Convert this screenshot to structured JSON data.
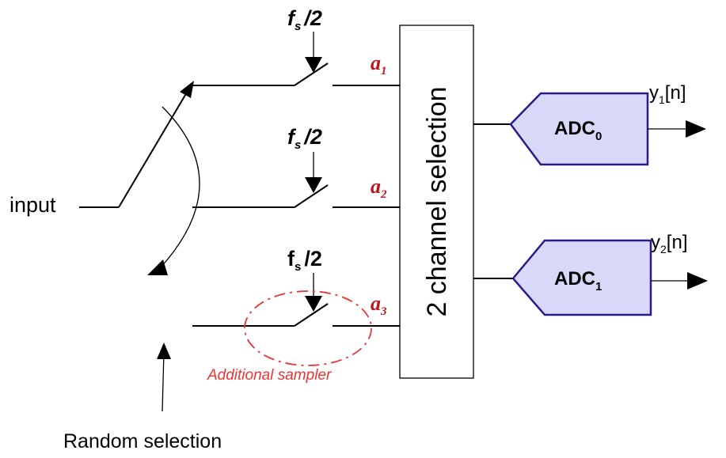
{
  "input_label": "input",
  "random_selection_label": "Random selection",
  "clock_label": {
    "main": "f",
    "sub": "s",
    "suffix": "/2"
  },
  "branch_labels": [
    {
      "main": "a",
      "sub": "1"
    },
    {
      "main": "a",
      "sub": "2"
    },
    {
      "main": "a",
      "sub": "3"
    }
  ],
  "selector_label": "2 channel selection",
  "adcs": [
    {
      "main": "ADC",
      "sub": "0"
    },
    {
      "main": "ADC",
      "sub": "1"
    }
  ],
  "outputs": [
    {
      "main": "y",
      "sub": "1",
      "suffix": "[n]"
    },
    {
      "main": "y",
      "sub": "2",
      "suffix": "[n]"
    }
  ],
  "additional_sampler_label": "Additional sampler",
  "colors": {
    "adc_fill": "#d8d8f8",
    "adc_stroke": "#2a1a8a",
    "highlight_red": "#ee3333",
    "branch_label_red": "#c0141c"
  }
}
